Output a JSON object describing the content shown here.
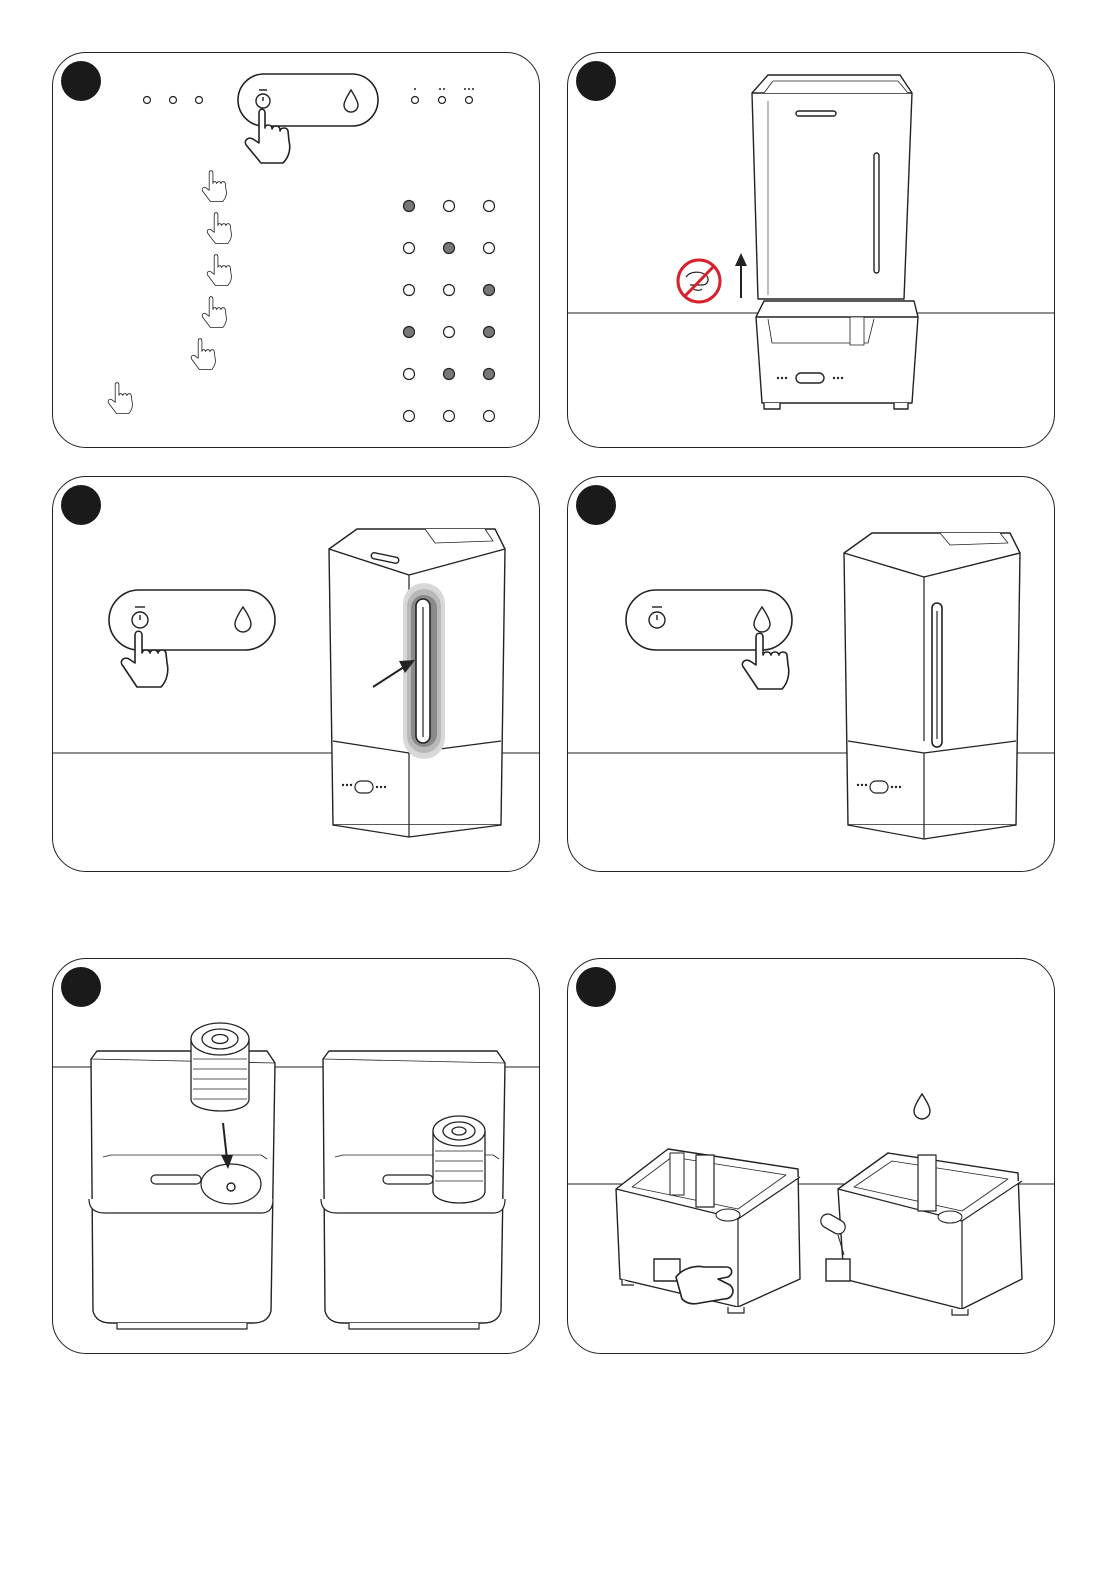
{
  "document": {
    "panels": [
      {
        "id": "p1",
        "icons": [
          "timer-icon",
          "water-drop-icon",
          "pointing-hand-icon"
        ]
      },
      {
        "id": "p2",
        "icons": [
          "no-wet-hands-icon",
          "lift-arrow-icon"
        ]
      },
      {
        "id": "p3",
        "icons": [
          "timer-icon",
          "water-drop-icon",
          "pointing-hand-icon"
        ]
      },
      {
        "id": "p4",
        "icons": [
          "timer-icon",
          "water-drop-icon",
          "pointing-hand-icon"
        ]
      },
      {
        "id": "p5",
        "icons": [
          "insert-arrow-icon",
          "filter-cartridge-icon"
        ]
      },
      {
        "id": "p6",
        "icons": [
          "water-drop-icon",
          "pointing-hand-icon"
        ]
      }
    ],
    "indicator_sequence": [
      [
        1,
        0,
        0
      ],
      [
        0,
        1,
        0
      ],
      [
        0,
        0,
        1
      ],
      [
        1,
        0,
        1
      ],
      [
        0,
        1,
        1
      ],
      [
        0,
        0,
        0
      ]
    ],
    "colors": {
      "line": "#222222",
      "badge": "#1a1a1a",
      "led_on": "#777777",
      "prohibit": "#d9202a",
      "glow": "#8a8a8a"
    }
  }
}
